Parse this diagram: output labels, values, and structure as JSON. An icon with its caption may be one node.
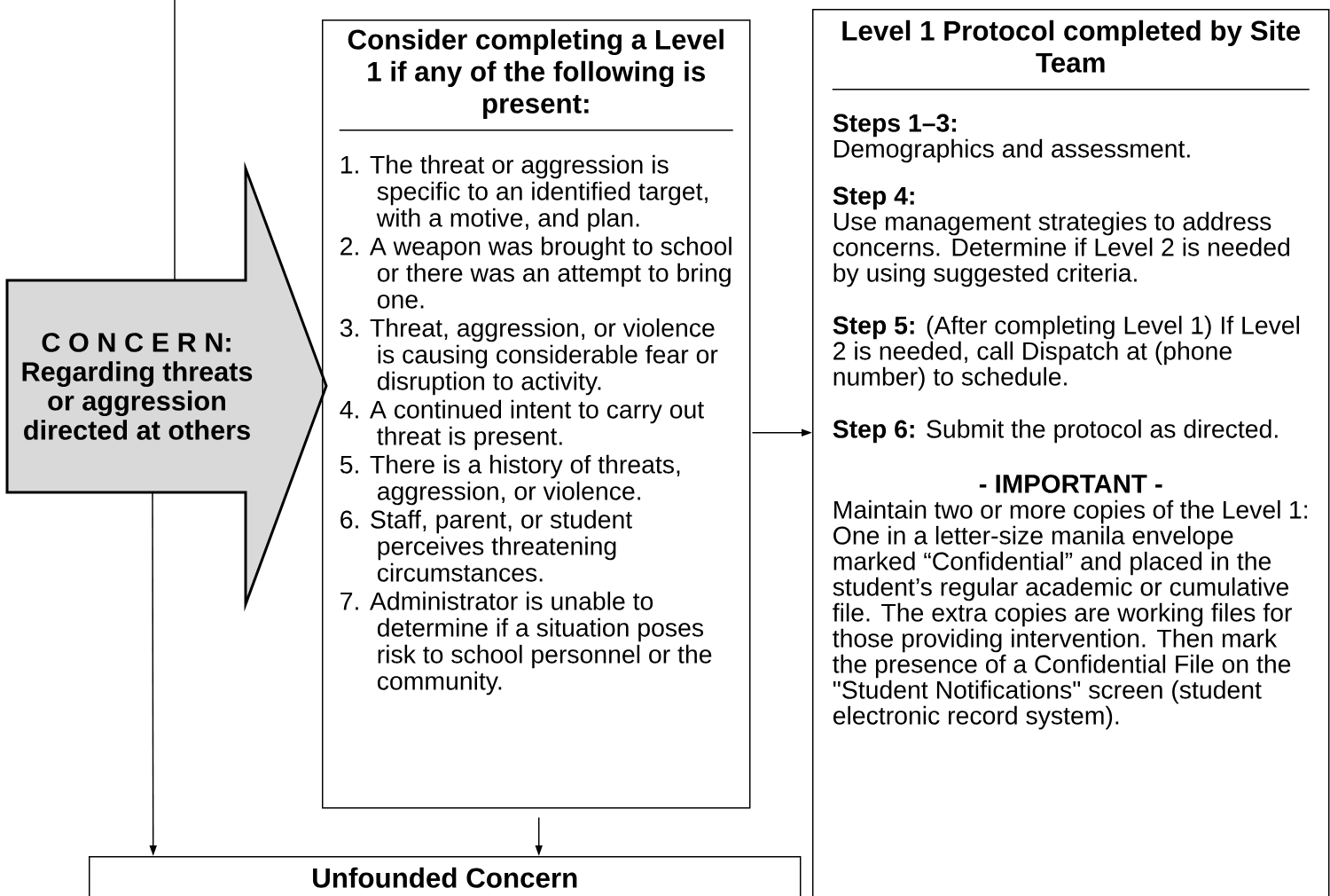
{
  "diagram": {
    "nodes": [
      {
        "text": [
          "C O N C E R N:",
          "Regarding threats or aggression directed at others"
        ]
      },
      {
        "text": [
          "Consider completing a Level 1 if any of the following is present:",
          "1. The threat or aggression is specific to an identified target, with a motive, and plan.",
          "2. A weapon was brought to school or there was an attempt to bring one.",
          "3. Threat, aggression, or violence is causing considerable fear or disruption to activity.",
          "4. A continued intent to carry out threat is present.",
          "5. There is a history of threats, aggression, or violence.",
          "6. Staff, parent, or student perceives threatening circumstances.",
          "7. Administrator is unable to determine if a situation poses risk to school personnel or the community."
        ]
      },
      {
        "text": [
          "Level 1 Protocol completed by Site Team",
          "Steps 1–3:",
          "Demographics and assessment.",
          "Step 4:",
          "Use management strategies to address concerns. Determine if Level 2 is needed by using suggested criteria.",
          "**Step 5:** (After completing Level 1) If Level 2 is needed, call Dispatch at (phone number) to schedule.",
          "**Step 6:** Submit the protocol as directed.",
          "- IMPORTANT -",
          "Maintain two or more copies of the Level 1: One in a letter-size manila envelope marked “Confidential” and placed in the student’s regular academic or cumulative file.  The extra copies are working files for those providing intervention. Then mark the presence of a Confidential File on the \"Student Notifications\" screen (student electronic record system)."
        ]
      },
      {
        "text": [
          "Unfounded Concern"
        ]
      }
    ],
    "edges": [
      {
        "from": null,
        "to": 0,
        "arrow": "none"
      },
      {
        "from": 0,
        "to": 3,
        "arrow": "to"
      },
      {
        "from": 1,
        "to": 3,
        "arrow": "to"
      },
      {
        "from": 1,
        "to": 2,
        "arrow": "to"
      }
    ]
  }
}
